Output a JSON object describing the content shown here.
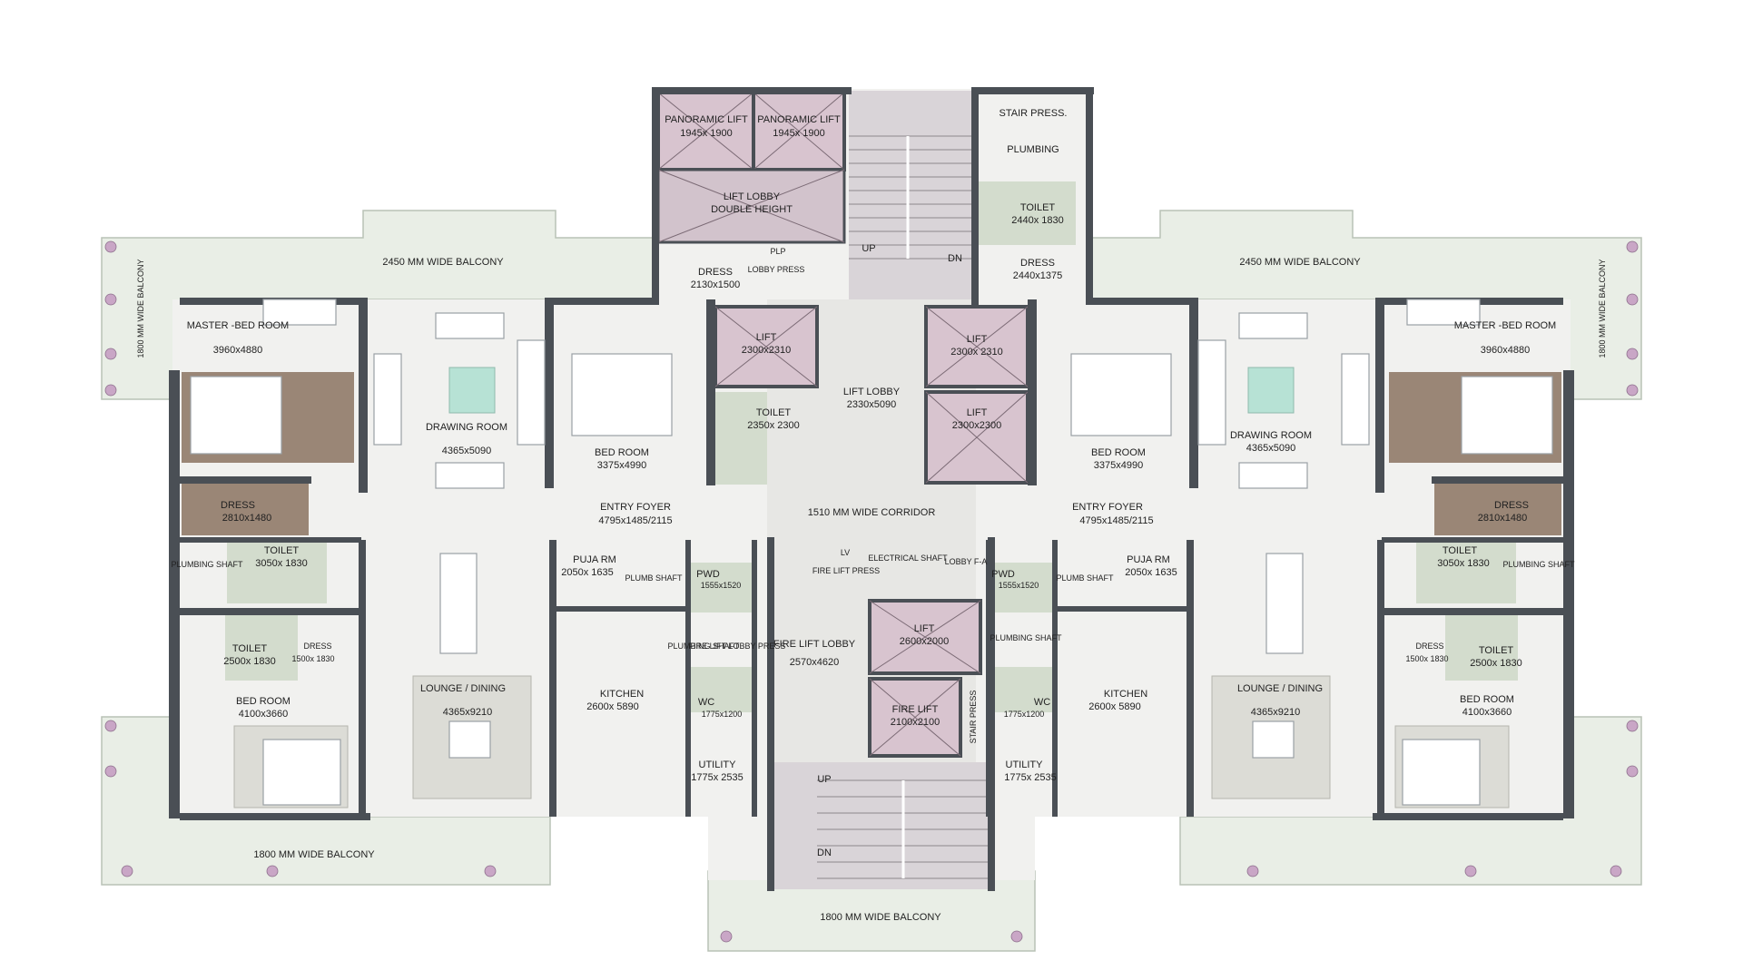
{
  "rooms": {
    "panoramic_lift_1": {
      "name": "PANORAMIC LIFT",
      "size": "1945x 1900"
    },
    "panoramic_lift_2": {
      "name": "PANORAMIC LIFT",
      "size": "1945x 1900"
    },
    "lift_lobby_double": {
      "name": "LIFT LOBBY",
      "size": "DOUBLE HEIGHT"
    },
    "stair_press": {
      "name": "STAIR PRESS."
    },
    "plumbing_top": {
      "name": "PLUMBING"
    },
    "toilet_top_right": {
      "name": "TOILET",
      "size": "2440x 1830"
    },
    "dress_top_right": {
      "name": "DRESS",
      "size": "2440x1375"
    },
    "dress_top_left": {
      "name": "DRESS",
      "size": "2130x1500"
    },
    "plp": {
      "name": "PLP"
    },
    "lobby_press": {
      "name": "LOBBY PRESS"
    },
    "up_top": {
      "name": "UP"
    },
    "dn_top": {
      "name": "DN"
    },
    "lift_left": {
      "name": "LIFT",
      "size": "2300x2310"
    },
    "lift_right_1": {
      "name": "LIFT",
      "size": "2300x 2310"
    },
    "lift_right_2": {
      "name": "LIFT",
      "size": "2300x2300"
    },
    "toilet_core": {
      "name": "TOILET",
      "size": "2350x 2300"
    },
    "lift_lobby": {
      "name": "LIFT LOBBY",
      "size": "2330x5090"
    },
    "corridor": {
      "name": "1510 MM WIDE CORRIDOR"
    },
    "balcony_top_left": {
      "name": "2450 MM WIDE BALCONY"
    },
    "balcony_top_right": {
      "name": "2450 MM WIDE BALCONY"
    },
    "balcony_side_left": {
      "name": "1800 MM WIDE BALCONY"
    },
    "balcony_side_right": {
      "name": "1800 MM WIDE BALCONY"
    },
    "balcony_bottom_left": {
      "name": "1800 MM WIDE BALCONY"
    },
    "balcony_bottom_center": {
      "name": "1800 MM WIDE BALCONY"
    },
    "master_bed_left": {
      "name": "MASTER -BED ROOM",
      "size": "3960x4880"
    },
    "master_bed_right": {
      "name": "MASTER -BED ROOM",
      "size": "3960x4880"
    },
    "drawing_left": {
      "name": "DRAWING ROOM",
      "size": "4365x5090"
    },
    "drawing_right": {
      "name": "DRAWING ROOM",
      "size": "4365x5090"
    },
    "bed_left_inner": {
      "name": "BED ROOM",
      "size": "3375x4990"
    },
    "bed_right_inner": {
      "name": "BED ROOM",
      "size": "3375x4990"
    },
    "dress_left": {
      "name": "DRESS",
      "size": "2810x1480"
    },
    "dress_right": {
      "name": "DRESS",
      "size": "2810x1480"
    },
    "entry_left": {
      "name": "ENTRY FOYER",
      "size": "4795x1485/2115"
    },
    "entry_right": {
      "name": "ENTRY FOYER",
      "size": "4795x1485/2115"
    },
    "toilet_left_1": {
      "name": "TOILET",
      "size": "3050x 1830"
    },
    "toilet_right_1": {
      "name": "TOILET",
      "size": "3050x 1830"
    },
    "plumb_shaft_left": {
      "name": "PLUMBING SHAFT"
    },
    "plumb_shaft_right": {
      "name": "PLUMBING SHAFT"
    },
    "toilet_left_2": {
      "name": "TOILET",
      "size": "2500x 1830"
    },
    "toilet_right_2": {
      "name": "TOILET",
      "size": "2500x 1830"
    },
    "dress_small_left": {
      "name": "DRESS",
      "size": "1500x 1830"
    },
    "dress_small_right": {
      "name": "DRESS",
      "size": "1500x 1830"
    },
    "bed_left_bottom": {
      "name": "BED ROOM",
      "size": "4100x3660"
    },
    "bed_right_bottom": {
      "name": "BED ROOM",
      "size": "4100x3660"
    },
    "lounge_left": {
      "name": "LOUNGE / DINING",
      "size": "4365x9210"
    },
    "lounge_right": {
      "name": "LOUNGE / DINING",
      "size": "4365x9210"
    },
    "puja_left": {
      "name": "PUJA RM",
      "size": "2050x 1635"
    },
    "puja_right": {
      "name": "PUJA RM",
      "size": "2050x 1635"
    },
    "plumb_shaft_puja_left": {
      "name": "PLUMB SHAFT"
    },
    "plumb_shaft_puja_right": {
      "name": "PLUMB SHAFT"
    },
    "pwd_left": {
      "name": "PWD",
      "size": "1555x1520"
    },
    "pwd_right": {
      "name": "PWD",
      "size": "1555x1520"
    },
    "plumbing_shaft_mid_left": {
      "name": "PLUMBING SHAFT"
    },
    "fire_lift_lobby_press": {
      "name": "FIRE LIFT LOBBY PRESS"
    },
    "plumbing_shaft_mid_right": {
      "name": "PLUMBING SHAFT"
    },
    "kitchen_left": {
      "name": "KITCHEN",
      "size": "2600x 5890"
    },
    "kitchen_right": {
      "name": "KITCHEN",
      "size": "2600x 5890"
    },
    "wc_left": {
      "name": "WC",
      "size": "1775x1200"
    },
    "wc_right": {
      "name": "WC",
      "size": "1775x1200"
    },
    "utility_left": {
      "name": "UTILITY",
      "size": "1775x 2535"
    },
    "utility_right": {
      "name": "UTILITY",
      "size": "1775x 2535"
    },
    "lv": {
      "name": "LV"
    },
    "electrical_shaft": {
      "name": "ELECTRICAL SHAFT"
    },
    "fire_lift_press": {
      "name": "FIRE LIFT PRESS"
    },
    "lobby_fa": {
      "name": "LOBBY F-A"
    },
    "fire_lift_lobby": {
      "name": "FIRE LIFT LOBBY",
      "size": "2570x4620"
    },
    "lift_core_bottom": {
      "name": "LIFT",
      "size": "2600x2000"
    },
    "fire_lift": {
      "name": "FIRE LIFT",
      "size": "2100x2100"
    },
    "stair_press_vertical": {
      "name": "STAIR PRESS"
    },
    "up_bottom": {
      "name": "UP"
    },
    "dn_bottom": {
      "name": "DN"
    }
  },
  "colors": {
    "wall": "#4a4f55",
    "marble": "#f1f1ef",
    "lift_pink": "#d8c4cf",
    "wood_floor": "#9a8676",
    "wet_tile": "#d3dccd",
    "balcony": "#e9eee6"
  }
}
